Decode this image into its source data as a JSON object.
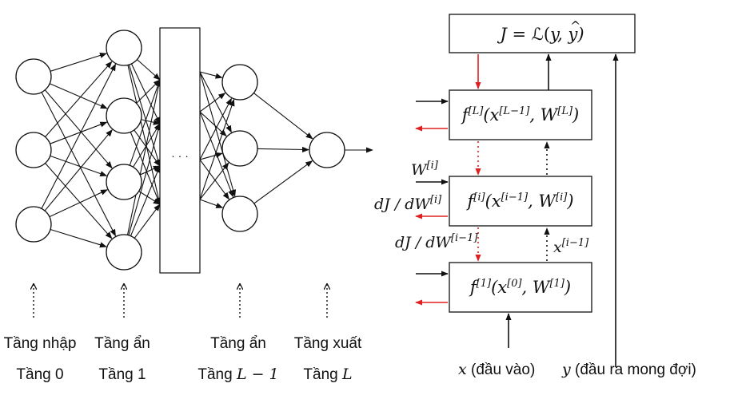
{
  "left_network": {
    "hidden_box_ellipsis": "· · ·",
    "layers": [
      {
        "name": "Tầng nhập",
        "index": "Tầng 0"
      },
      {
        "name": "Tầng ẩn",
        "index": "Tầng 1"
      },
      {
        "name": "Tầng ẩn",
        "index_prefix": "Tầng ",
        "index_var": "L − 1"
      },
      {
        "name": "Tầng xuất",
        "index_prefix": "Tầng ",
        "index_var": "L"
      }
    ]
  },
  "right_diagram": {
    "loss_box": {
      "pre": "J = ",
      "script_L": "ℒ",
      "lparen": "(",
      "yhat": "y",
      "hat": "^",
      "post": ", y)"
    },
    "top_block": {
      "f": "f",
      "sup": "[L]",
      "args_pre": "(x",
      "args_sup": "[L−1]",
      "args_mid": ", W",
      "args_sup2": "[L]",
      "args_post": ")"
    },
    "mid_block": {
      "f": "f",
      "sup": "[i]",
      "args_pre": "(x",
      "args_sup": "[i−1]",
      "args_mid": ", W",
      "args_sup2": "[i]",
      "args_post": ")"
    },
    "bot_block": {
      "f": "f",
      "sup": "[1]",
      "args_pre": "(x",
      "args_sup": "[0]",
      "args_mid": ", W",
      "args_sup2": "[1]",
      "args_post": ")"
    },
    "weight_in": {
      "base": "W",
      "sup": "[i]"
    },
    "grad_w": {
      "base": "dJ / dW",
      "sup": "[i]"
    },
    "grad_x": {
      "base": "dJ / dW",
      "sup": "[i−1]"
    },
    "x_prev": {
      "base": "x",
      "sup": "[i−1]"
    },
    "input_label": {
      "var": "x",
      "text": " (đầu vào)"
    },
    "target_label": {
      "var": "y",
      "text": " (đầu ra mong đợi)"
    }
  },
  "colors": {
    "black": "#111111",
    "red": "#e02020"
  }
}
